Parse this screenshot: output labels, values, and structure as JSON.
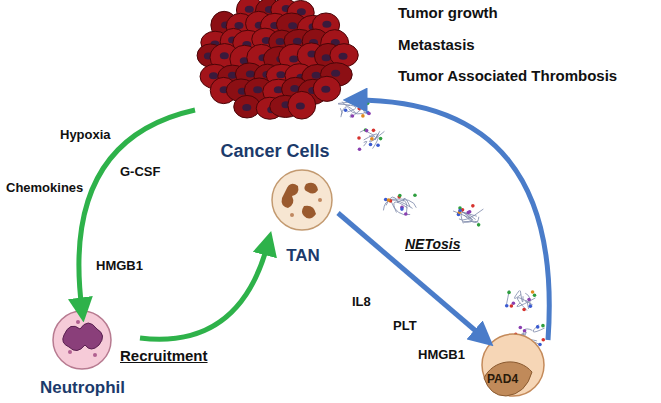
{
  "diagram": {
    "nodes": [
      {
        "text": [
          "Cancer Cells"
        ]
      },
      {
        "text": [
          "Neutrophil"
        ]
      },
      {
        "text": [
          "TAN"
        ]
      },
      {
        "text": [
          "PAD4"
        ]
      }
    ],
    "edges": [
      {
        "from": 0,
        "to": 1,
        "arrow": "to"
      },
      {
        "from": 1,
        "to": 2,
        "label": "Recruitment",
        "arrow": "to"
      },
      {
        "from": 2,
        "to": 3,
        "label": "NETosis",
        "arrow": "to"
      },
      {
        "from": 3,
        "to": 0,
        "arrow": "to"
      }
    ],
    "labels": [
      "Tumor growth",
      "Metastasis",
      "Tumor Associated Thrombosis",
      "Hypoxia",
      "G-CSF",
      "Chemokines",
      "HMGB1",
      "IL8",
      "PLT",
      "HMGB1"
    ]
  }
}
